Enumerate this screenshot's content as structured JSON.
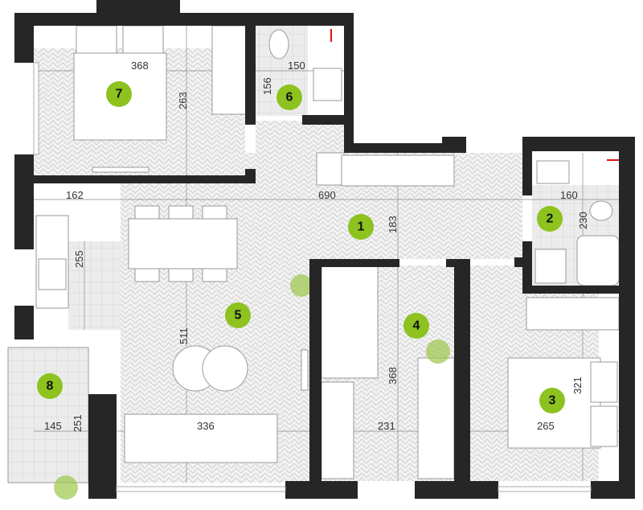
{
  "plan": {
    "colors": {
      "wall": "#262626",
      "badge": "#8dc21f",
      "floor_hatch": "#c8c8c8",
      "accent_red": "#e01010"
    },
    "rooms": [
      {
        "number": "1"
      },
      {
        "number": "2"
      },
      {
        "number": "3"
      },
      {
        "number": "4"
      },
      {
        "number": "5"
      },
      {
        "number": "6"
      },
      {
        "number": "7"
      },
      {
        "number": "8"
      }
    ],
    "dimensions": [
      "368",
      "263",
      "150",
      "156",
      "162",
      "690",
      "183",
      "160",
      "230",
      "255",
      "511",
      "336",
      "368",
      "231",
      "321",
      "265",
      "145",
      "251"
    ]
  }
}
